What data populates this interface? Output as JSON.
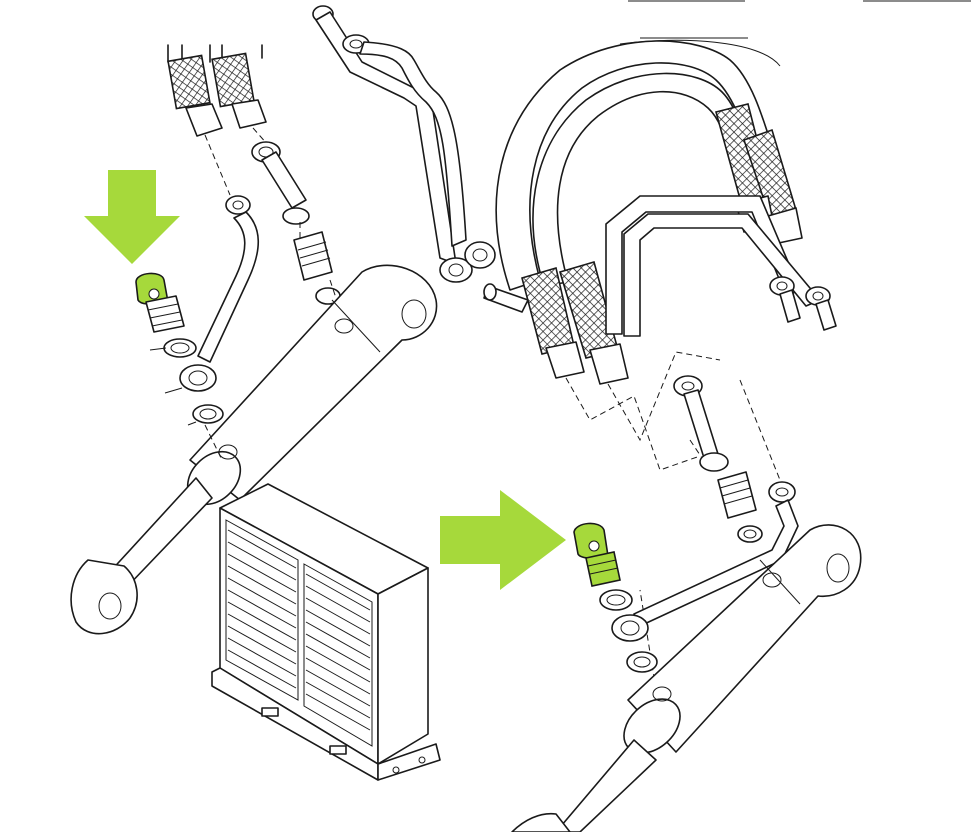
{
  "diagram": {
    "highlight_color": "#a6d93b",
    "line_color": "#1a1a1a",
    "background": "#ffffff",
    "callouts": [
      {
        "icon": "arrow-down-icon",
        "target": "banjo-bolt-left"
      },
      {
        "icon": "arrow-right-icon",
        "target": "banjo-bolt-right"
      }
    ],
    "parts": [
      "hydraulic-cylinder-left",
      "hydraulic-cylinder-right",
      "oil-cooler",
      "braided-hose",
      "banjo-bolt",
      "sealing-washer",
      "banjo-fitting",
      "steel-pipe",
      "hex-nut"
    ]
  }
}
